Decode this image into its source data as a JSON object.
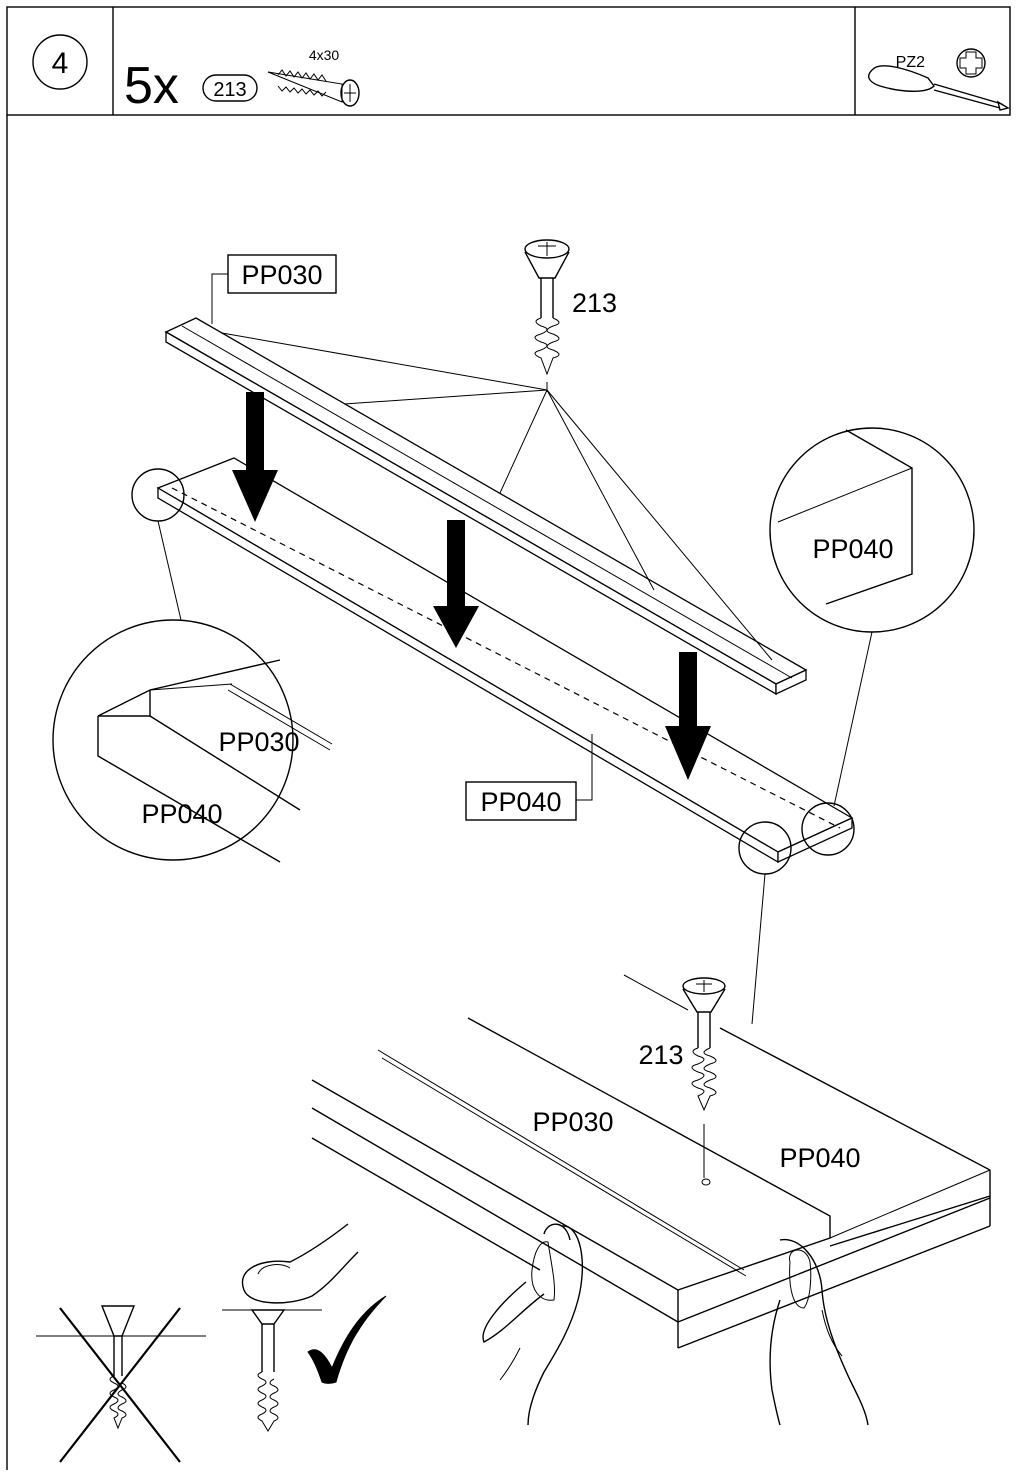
{
  "header": {
    "step_number": "4",
    "quantity": "5x",
    "part_id": "213",
    "screw_size": "4x30",
    "tool_label": "PZ2"
  },
  "labels": {
    "top_rail": "PP030",
    "top_screw": "213",
    "detail_right": "PP040",
    "detail_left_upper": "PP030",
    "detail_left_lower": "PP040",
    "shelf": "PP040",
    "closeup_screw": "213",
    "closeup_rail": "PP030",
    "closeup_shelf": "PP040"
  },
  "icons": {
    "header_screw": "screw-icon",
    "screwdriver": "screwdriver-icon",
    "phillips": "phillips-head-icon",
    "wrong": "cross-icon",
    "correct": "checkmark-icon"
  }
}
